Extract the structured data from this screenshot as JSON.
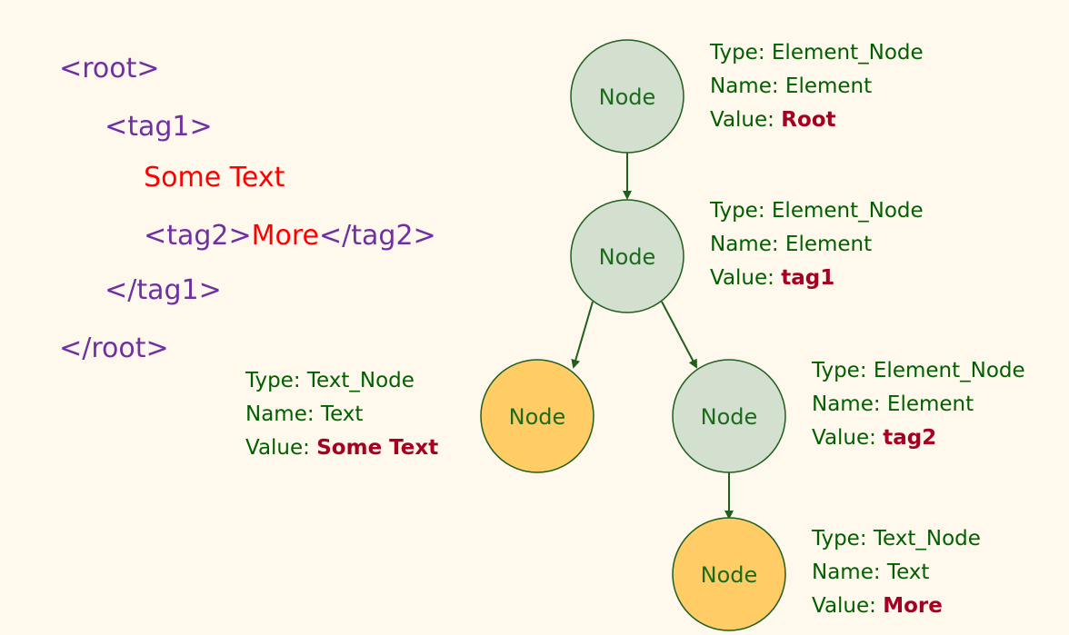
{
  "xml_code": {
    "root_open": "<root>",
    "tag1_open": "<tag1>",
    "some_text": "Some Text",
    "tag2_open": "<tag2>",
    "more": "More",
    "tag2_close": "</tag2>",
    "tag1_close": "</tag1>",
    "root_close": "</root>"
  },
  "labels": {
    "type": "Type: ",
    "name": "Name: ",
    "value": "Value: "
  },
  "nodes": [
    {
      "label": "Node",
      "kind": "element",
      "type": "Element_Node",
      "name": "Element",
      "value": "Root"
    },
    {
      "label": "Node",
      "kind": "element",
      "type": "Element_Node",
      "name": "Element",
      "value": "tag1"
    },
    {
      "label": "Node",
      "kind": "text",
      "type": "Text_Node",
      "name": "Text",
      "value": "Some Text"
    },
    {
      "label": "Node",
      "kind": "element",
      "type": "Element_Node",
      "name": "Element",
      "value": "tag2"
    },
    {
      "label": "Node",
      "kind": "text",
      "type": "Text_Node",
      "name": "Text",
      "value": "More"
    }
  ],
  "colors": {
    "background": "#FFF8EC",
    "element_node_fill": "#D3DFCF",
    "text_node_fill": "#FFCC66",
    "node_stroke": "#1F5F1F",
    "info_text": "#006000",
    "value_text": "#A50021",
    "xml_tag": "#7030A0",
    "xml_text": "#FF0000"
  }
}
